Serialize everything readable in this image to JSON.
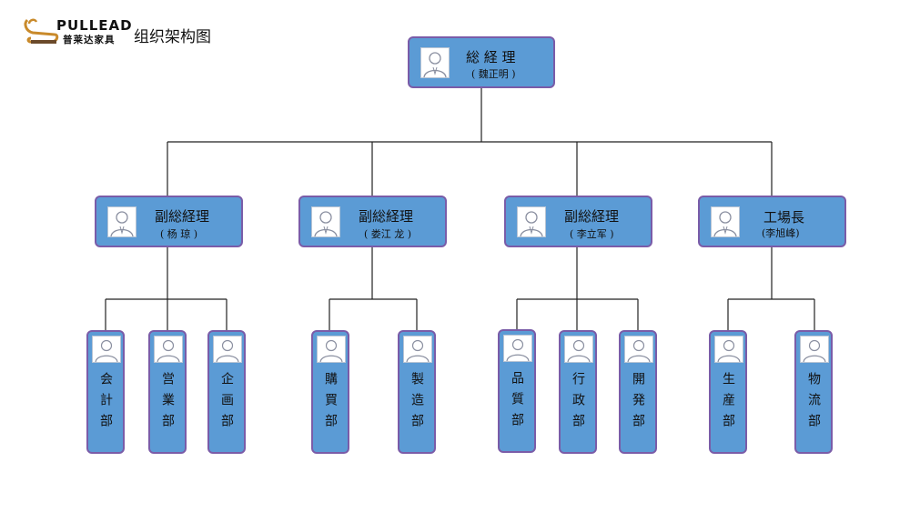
{
  "header": {
    "brand_name": "PULLEAD",
    "brand_cn": "普莱达家具",
    "title": "组织架构图"
  },
  "ceo": {
    "title": "総 経 理",
    "name": "( 魏正明 )"
  },
  "vps": [
    {
      "title": "副総経理",
      "name": "( 杨 琼 )"
    },
    {
      "title": "副総経理",
      "name": "( 娄江 龙 )"
    },
    {
      "title": "副総経理",
      "name": "( 李立军 )"
    },
    {
      "title": "工場長",
      "name": "(李旭峰)"
    }
  ],
  "departments": [
    {
      "name": "会計部"
    },
    {
      "name": "営業部"
    },
    {
      "name": "企画部"
    },
    {
      "name": "購買部"
    },
    {
      "name": "製造部"
    },
    {
      "name": "品質部"
    },
    {
      "name": "行政部"
    },
    {
      "name": "開発部"
    },
    {
      "name": "生産部"
    },
    {
      "name": "物流部"
    }
  ],
  "colors": {
    "box_fill": "#5b9bd5",
    "box_border": "#7a5ca8",
    "connector": "#222222"
  }
}
